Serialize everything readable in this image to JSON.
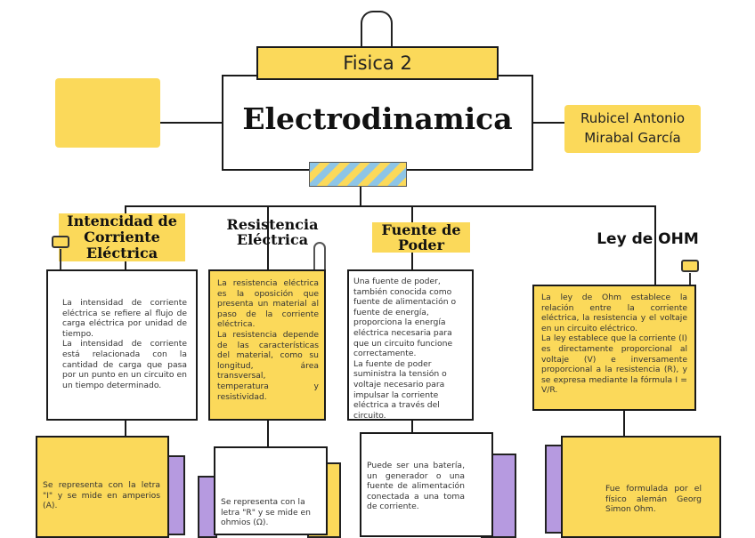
{
  "header": {
    "subject": "Fisica 2",
    "title": "Electrodinamica",
    "author": "Rubicel Antonio Mirabal García"
  },
  "colors": {
    "yellow": "#fbd95a",
    "purple": "#b69ae0",
    "ink": "#1a1a1a"
  },
  "columns": [
    {
      "title": "Intencidad de Corriente Eléctrica",
      "body": "La intensidad de corriente eléctrica se refiere al flujo de carga eléctrica por unidad de tiempo.\nLa intensidad de corriente está relacionada con la cantidad de carga que pasa por un punto en un circuito en un tiempo determinado.",
      "note": "Se representa con la letra \"I\" y se mide en amperios (A)."
    },
    {
      "title": "Resistencia Eléctrica",
      "body": "La resistencia eléctrica es la oposición que presenta un material al paso de la corriente eléctrica.\nLa resistencia depende de las características del material, como su longitud, área transversal, temperatura y resistividad.",
      "note": "Se representa con la letra \"R\" y se mide en ohmios (Ω)."
    },
    {
      "title": "Fuente de Poder",
      "body": "Una fuente de poder, también conocida como fuente de alimentación o fuente de energía, proporciona la energía eléctrica necesaria para que un circuito funcione correctamente.\nLa fuente de poder suministra la tensión o voltaje necesario para impulsar la corriente eléctrica a través del circuito.",
      "note": "Puede ser una batería, un generador o una fuente de alimentación conectada a una toma de corriente."
    },
    {
      "title": "Ley de OHM",
      "body": "La ley de Ohm establece la relación entre la corriente eléctrica, la resistencia y el voltaje en un circuito eléctrico.\nLa ley establece que la corriente (I) es directamente proporcional al voltaje (V) e inversamente proporcional a la resistencia (R), y se expresa mediante la fórmula I = V/R.",
      "note": "Fue formulada por el físico alemán Georg Simon Ohm."
    }
  ]
}
